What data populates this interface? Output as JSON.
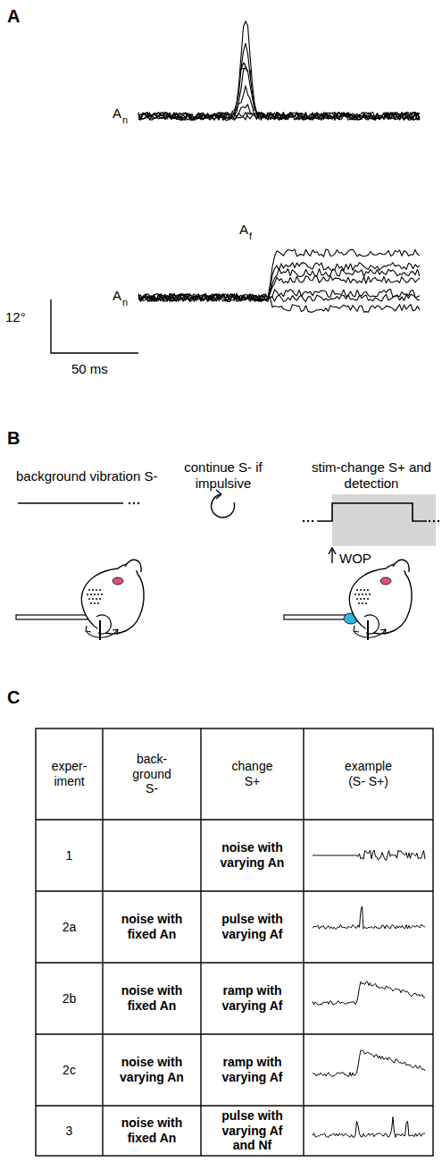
{
  "diagram": {
    "labels": [
      "A",
      "A",
      "f",
      "A",
      "n",
      "12°",
      "50 ms",
      "A",
      "f",
      "A",
      "n",
      "B",
      "background vibration S-",
      "continue S- if impulsive",
      "stim-change S+ and detection",
      "WOP",
      "C",
      "exper- iment",
      "back- ground S-",
      "change S+",
      "example (S- S+)",
      "1",
      "noise with varying An",
      "2a",
      "noise with fixed An",
      "pulse with varying Af",
      "2b",
      "noise with fixed An",
      "ramp with varying Af",
      "2c",
      "noise with varying An",
      "ramp with varying Af",
      "3",
      "noise with fixed An",
      "pulse with varying Af and Nf"
    ]
  }
}
